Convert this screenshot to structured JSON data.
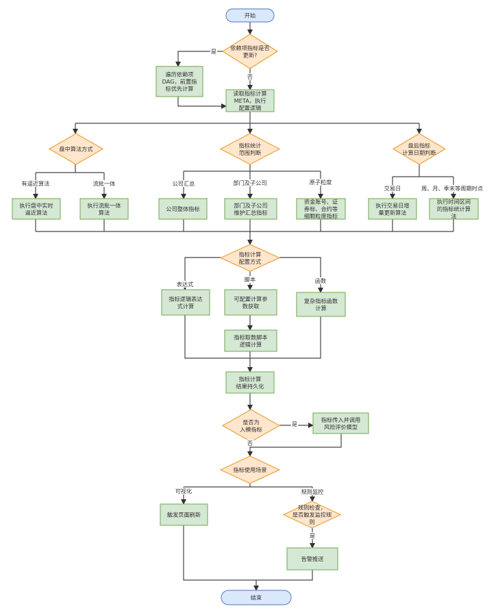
{
  "nodes": {
    "start": [
      "开始"
    ],
    "dep_check": [
      "依赖项指标是否",
      "更新?"
    ],
    "traverse_dag": [
      "遍历依赖项",
      "DAG，前置指",
      "标优先计算"
    ],
    "read_meta": [
      "读取指标计算",
      "META，执行",
      "配置逻辑"
    ],
    "intraday_algo": [
      "盘中算法方式"
    ],
    "scope_judge": [
      "指标统计",
      "范围判断"
    ],
    "post_date_judge": [
      "盘后指标",
      "计算日期判断"
    ],
    "realtime_approx": [
      "执行盘中实时",
      "逼近算法"
    ],
    "stream_batch": [
      "执行流批一体",
      "算法"
    ],
    "company_total": [
      "公司整体指标"
    ],
    "dept_summary": [
      "部门及子公司",
      "维护汇总指标"
    ],
    "fine_grain": [
      "资金账号、证",
      "券标、合约等",
      "细颗粒度指标"
    ],
    "trading_day_inc": [
      "执行交易日增",
      "量更新算法"
    ],
    "period_stat": [
      "执行时间区间",
      "的指标统计算",
      "法"
    ],
    "config_mode": [
      "指标计算",
      "配置方式"
    ],
    "expr_calc": [
      "指标逻辑表达",
      "式计算"
    ],
    "param_fetch": [
      "可配置计算参",
      "数获取"
    ],
    "func_calc": [
      "复杂指标函数",
      "计算"
    ],
    "script_calc": [
      "指标取数脚本",
      "逻辑计算"
    ],
    "persist": [
      "指标计算",
      "结果持久化"
    ],
    "model_check": [
      "是否为",
      "入模指标"
    ],
    "risk_model": [
      "指标传入并调用",
      "风险评价模型"
    ],
    "usage_scene": [
      "指标使用场景"
    ],
    "page_refresh": [
      "触发页面刷新"
    ],
    "rule_check": [
      "规则检查，",
      "是否触发监控规",
      "则"
    ],
    "alert_push": [
      "告警推送"
    ],
    "end": [
      "结束"
    ]
  },
  "edge_labels": {
    "dep_yes": "是",
    "dep_no": "否",
    "approx": "有逼近算法",
    "stream": "流批一体",
    "company": "公司汇总",
    "dept": "部门及子公司",
    "atomic": "原子粒度",
    "trading_day": "交易日",
    "period": "周、月、季末等周期时点",
    "expression": "表达式",
    "script": "脚本",
    "function": "函数",
    "model_yes": "是",
    "model_no": "否",
    "visual": "可视化",
    "rule_monitor": "规则监控",
    "rule_yes": "是"
  },
  "colors": {
    "process_fill": "#d5e8d4",
    "decision_fill": "#ffe6cc",
    "terminal_fill": "#dae8fc",
    "line": "#444444"
  }
}
